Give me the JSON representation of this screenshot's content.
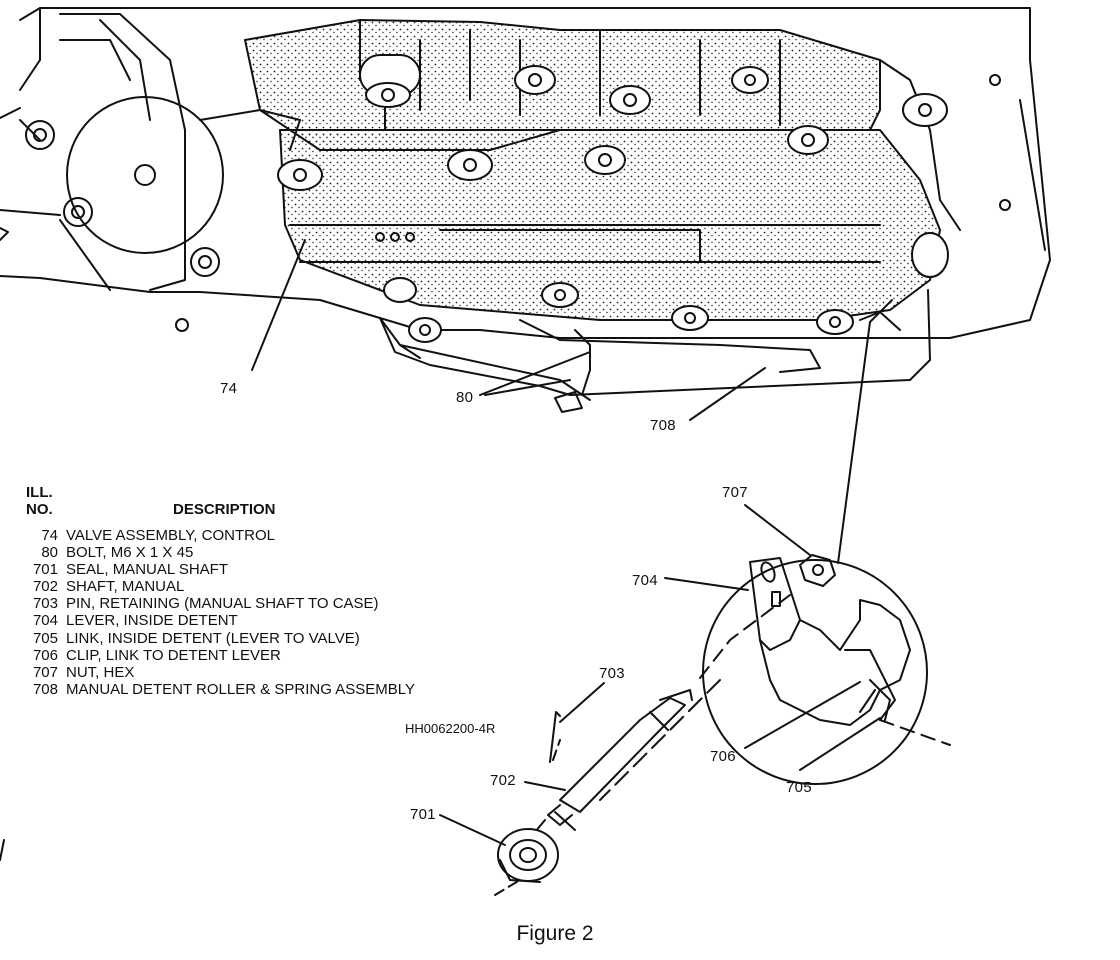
{
  "header": {
    "ill_label": "ILL.",
    "no_label": "NO.",
    "description_label": "DESCRIPTION"
  },
  "parts": [
    {
      "no": "74",
      "desc": "VALVE ASSEMBLY, CONTROL"
    },
    {
      "no": "80",
      "desc": "BOLT, M6 X 1 X 45"
    },
    {
      "no": "701",
      "desc": "SEAL, MANUAL SHAFT"
    },
    {
      "no": "702",
      "desc": "SHAFT, MANUAL"
    },
    {
      "no": "703",
      "desc": "PIN, RETAINING (MANUAL SHAFT TO CASE)"
    },
    {
      "no": "704",
      "desc": "LEVER, INSIDE DETENT"
    },
    {
      "no": "705",
      "desc": "LINK, INSIDE DETENT (LEVER TO VALVE)"
    },
    {
      "no": "706",
      "desc": "CLIP, LINK TO DETENT LEVER"
    },
    {
      "no": "707",
      "desc": "NUT, HEX"
    },
    {
      "no": "708",
      "desc": "MANUAL DETENT ROLLER & SPRING ASSEMBLY"
    }
  ],
  "callouts": {
    "c74": "74",
    "c80": "80",
    "c708": "708",
    "c707": "707",
    "c704": "704",
    "c703": "703",
    "c702": "702",
    "c701": "701",
    "c706": "706",
    "c705": "705"
  },
  "part_number": "HH0062200-4R",
  "caption": "Figure 2"
}
